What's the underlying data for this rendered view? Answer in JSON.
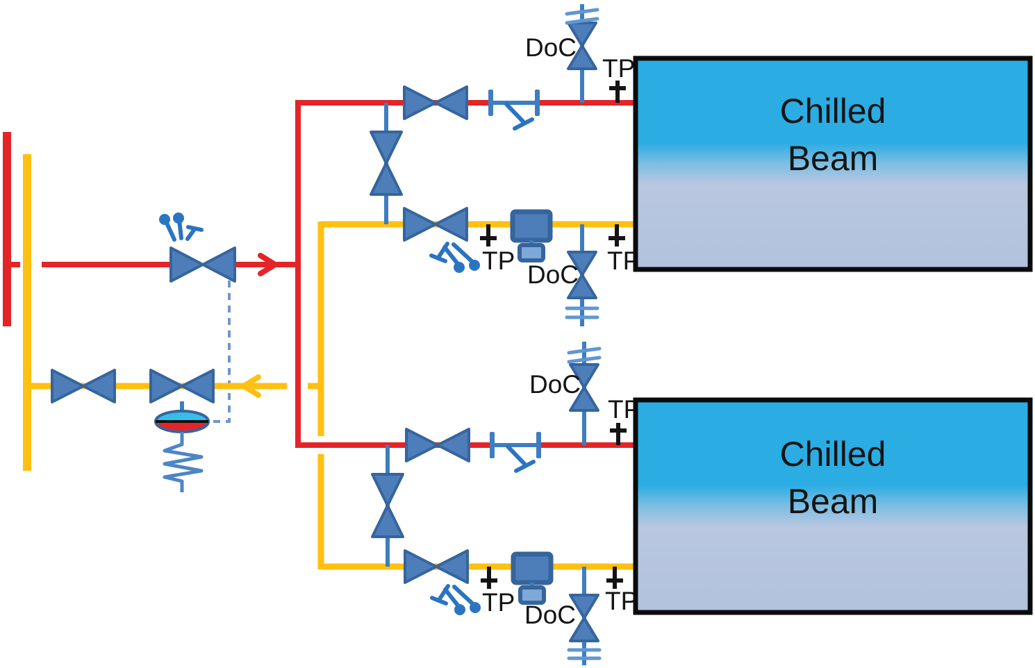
{
  "labels": {
    "doc": "DoC",
    "tp": "TP"
  },
  "beams": [
    {
      "line1": "Chilled",
      "line2": "Beam"
    },
    {
      "line1": "Chilled",
      "line2": "Beam"
    }
  ],
  "colors": {
    "supply-red": "#E32529",
    "return-yellow": "#FEC111",
    "valve-fill": "#4D7EBA",
    "valve-stroke": "#36659D",
    "stem-blue": "#3E7DBF",
    "accent-blue": "#2B74C2",
    "cap-blue": "#5F97D2",
    "dash-blue": "#7096CC",
    "spring-blue": "#4D85C5",
    "actuator-cyan": "#38BDE8",
    "actuator-red": "#E32529",
    "meter-light": "#7FA8D8",
    "beam-top": "#2BACE3",
    "beam-mid": "#7EBEE2",
    "beam-low": "#B9C7E1",
    "beam-bottom": "#B2C1DC",
    "beam-border": "#0B0B0B",
    "label-color": "#141414"
  }
}
